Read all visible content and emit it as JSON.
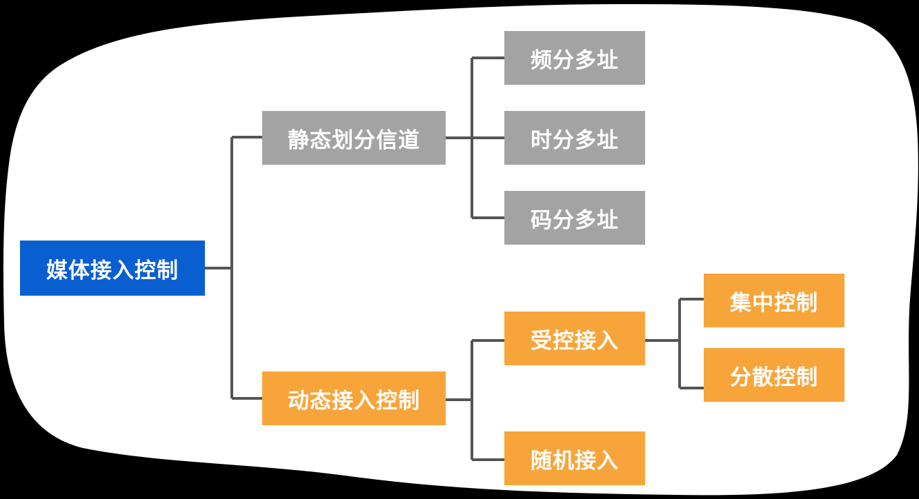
{
  "colors": {
    "root": "#0a5fd0",
    "static": "#a3a3a3",
    "dynamic": "#f7a53a",
    "line": "#555555",
    "background": "#ffffff"
  },
  "root": {
    "label": "媒体接入控制"
  },
  "static_branch": {
    "label": "静态划分信道",
    "children": [
      {
        "label": "频分多址"
      },
      {
        "label": "时分多址"
      },
      {
        "label": "码分多址"
      }
    ]
  },
  "dynamic_branch": {
    "label": "动态接入控制",
    "controlled": {
      "label": "受控接入",
      "children": [
        {
          "label": "集中控制"
        },
        {
          "label": "分散控制"
        }
      ]
    },
    "random": {
      "label": "随机接入"
    }
  }
}
